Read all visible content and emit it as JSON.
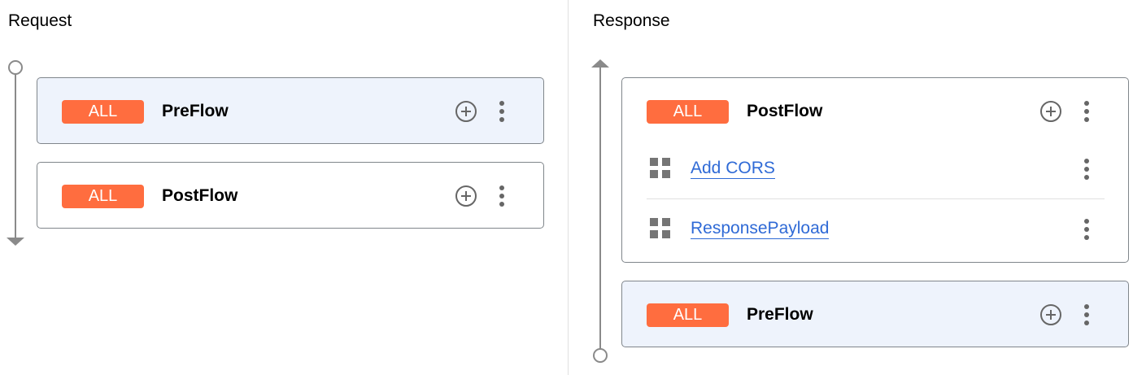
{
  "request": {
    "title": "Request",
    "flows": [
      {
        "badge": "ALL",
        "name": "PreFlow",
        "selected": true
      },
      {
        "badge": "ALL",
        "name": "PostFlow",
        "selected": false
      }
    ]
  },
  "response": {
    "title": "Response",
    "flows": [
      {
        "badge": "ALL",
        "name": "PostFlow",
        "selected": false,
        "policies": [
          "Add CORS",
          "ResponsePayload"
        ]
      },
      {
        "badge": "ALL",
        "name": "PreFlow",
        "selected": true
      }
    ]
  },
  "icons": {
    "add": "add-circle-icon",
    "more": "more-vert-icon",
    "policy": "policy-grid-icon"
  },
  "colors": {
    "badge": "#ff6d3f",
    "selected_bg": "#eef3fc",
    "link": "#2f6ad6"
  }
}
